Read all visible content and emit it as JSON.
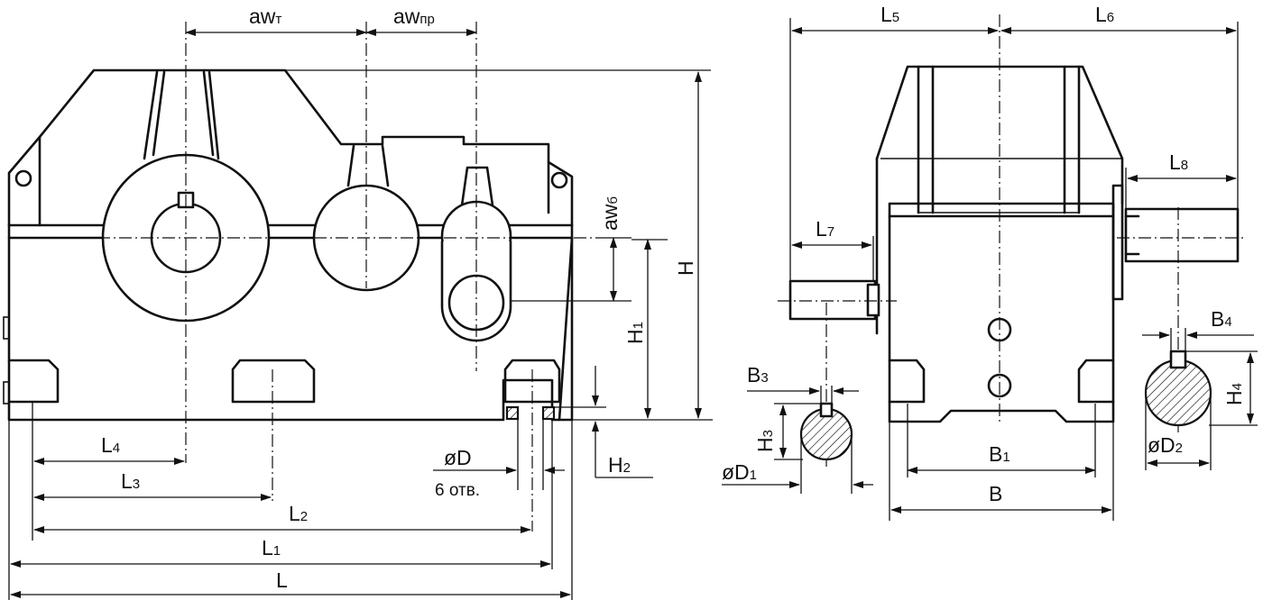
{
  "labels": {
    "awt": "aw",
    "awt_sub": "т",
    "awpr": "aw",
    "awpr_sub": "пр",
    "awb": "aw",
    "awb_sub": "б",
    "H": "H",
    "H1": "H",
    "H1_sub": "1",
    "H2": "H",
    "H2_sub": "2",
    "L": "L",
    "L1": "L",
    "L1_sub": "1",
    "L2": "L",
    "L2_sub": "2",
    "L3": "L",
    "L3_sub": "3",
    "L4": "L",
    "L4_sub": "4",
    "L5": "L",
    "L5_sub": "5",
    "L6": "L",
    "L6_sub": "6",
    "L7": "L",
    "L7_sub": "7",
    "L8": "L",
    "L8_sub": "8",
    "D": "øD",
    "holes": "6 отв.",
    "B": "B",
    "B1": "B",
    "B1_sub": "1",
    "B3": "B",
    "B3_sub": "3",
    "B4": "B",
    "B4_sub": "4",
    "H3": "H",
    "H3_sub": "3",
    "H4": "H",
    "H4_sub": "4",
    "D1": "øD",
    "D1_sub": "1",
    "D2": "øD",
    "D2_sub": "2"
  }
}
